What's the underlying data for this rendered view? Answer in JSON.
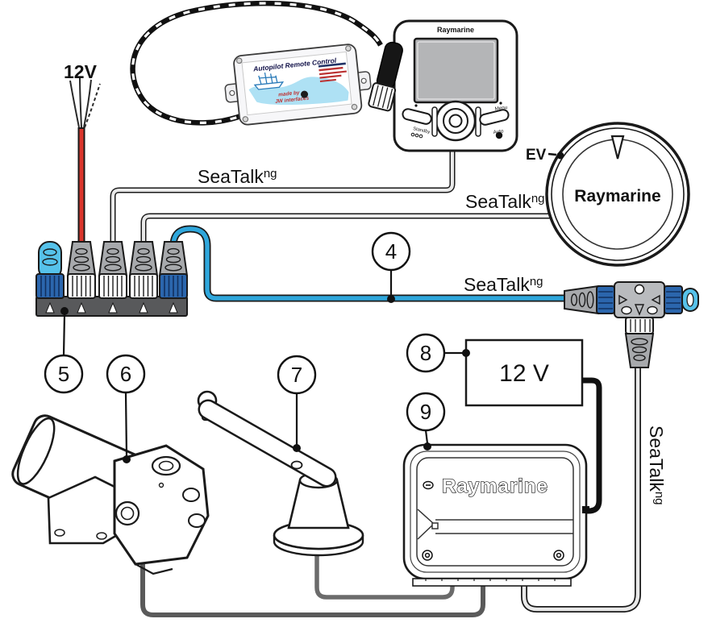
{
  "labels": {
    "supply_12v": "12V",
    "power_12v": "12 V",
    "ev": "EV"
  },
  "seatalk": {
    "brand": "SeaTalk",
    "sup": "ng"
  },
  "callouts": {
    "c4": "4",
    "c5": "5",
    "c6": "6",
    "c7": "7",
    "c8": "8",
    "c9": "9"
  },
  "control_head": {
    "brand": "Raymarine",
    "btn_standby": "Standby",
    "btn_menu": "Menu",
    "btn_auto": "Auto"
  },
  "ev_sensor": {
    "brand": "Raymarine"
  },
  "acu": {
    "brand": "Raymarine"
  },
  "remote_control": {
    "title": "Autopilot Remote Control",
    "byline1": "made by",
    "byline2": "JW interfaces"
  },
  "colors": {
    "backbone_blue": "#2fa7dc",
    "connector_blue": "#2b66ad",
    "terminator_blue": "#56c2ea",
    "power_red": "#d9352b",
    "cable_gray": "#e9e9e9",
    "dark": "#1a1a1a"
  }
}
